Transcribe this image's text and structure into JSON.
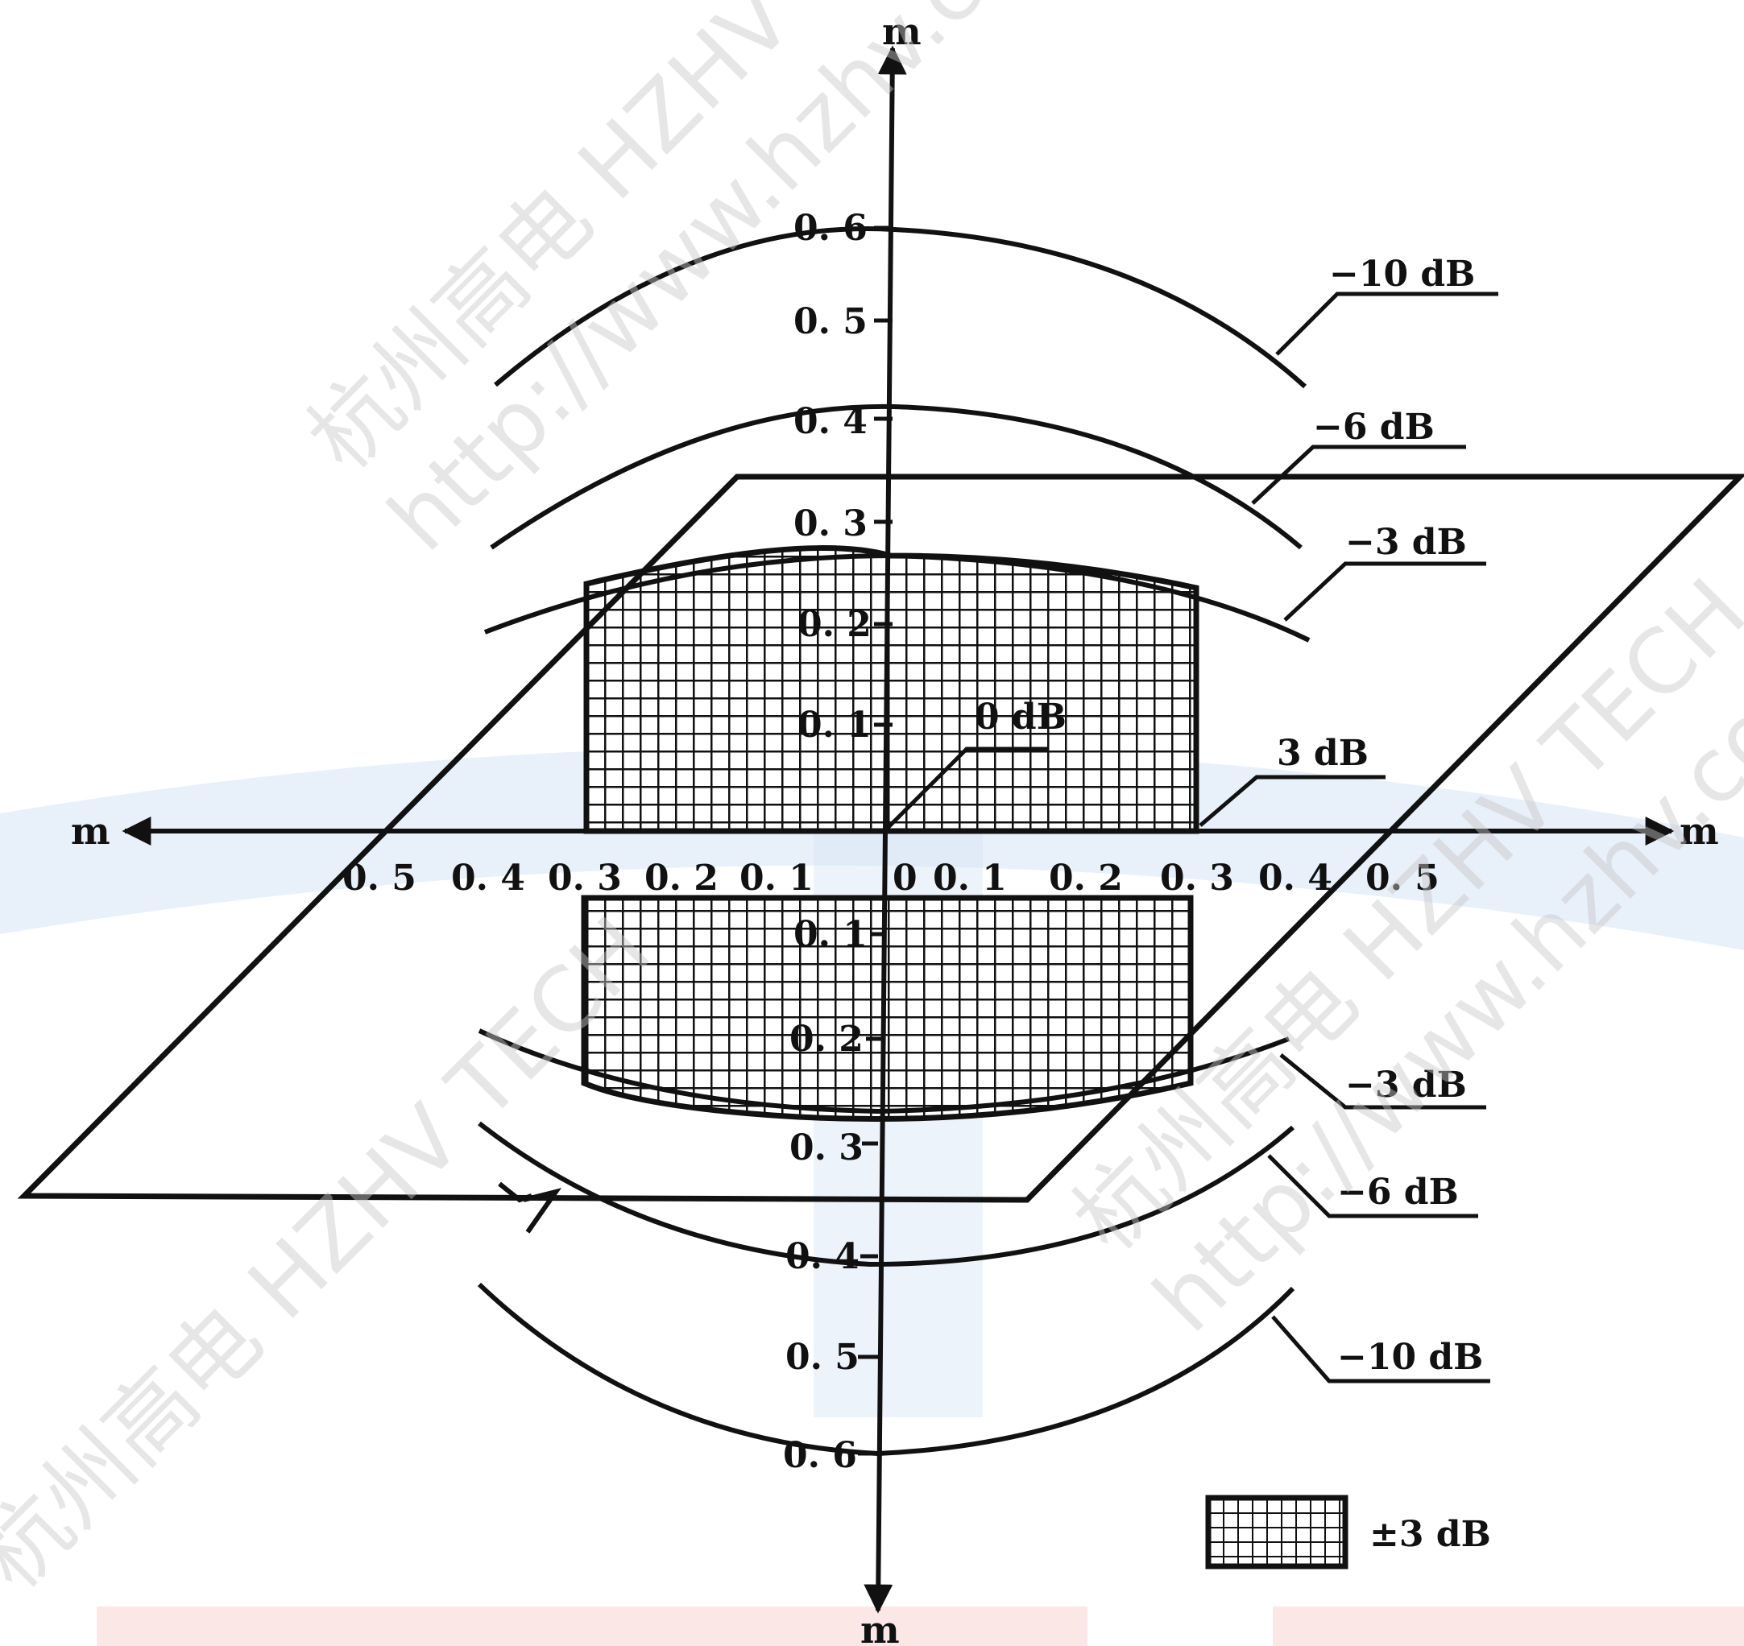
{
  "axes": {
    "top": "m",
    "bottom": "m",
    "left": "m",
    "right": "m"
  },
  "x_ticks": [
    "0. 5",
    "0. 4",
    "0. 3",
    "0. 2",
    "0. 1",
    "0",
    "0. 1",
    "0. 2",
    "0. 3",
    "0. 4",
    "0. 5"
  ],
  "y_ticks_up": [
    "0. 6",
    "0. 5",
    "0. 4",
    "0. 3",
    "0. 2",
    "0. 1"
  ],
  "y_ticks_down": [
    "0. 1",
    "0. 2",
    "0. 3",
    "0. 4",
    "0. 5",
    "0. 6"
  ],
  "contour_labels": {
    "top_minus10": "−10 dB",
    "top_minus6": "−6 dB",
    "top_minus3": "−3 dB",
    "center_0": "0 dB",
    "right_3": "3 dB",
    "bottom_minus3": "−3 dB",
    "bottom_minus6": "−6 dB",
    "bottom_minus10": "−10 dB"
  },
  "legend": {
    "label": "±3 dB"
  },
  "watermark": {
    "line1": "杭州高电 HZHV TECH",
    "line2": "http://www.hzhv.com"
  },
  "colors": {
    "ink": "#111111",
    "band_blue": "#d6e4f5",
    "band_pink": "#fbe1e1"
  }
}
